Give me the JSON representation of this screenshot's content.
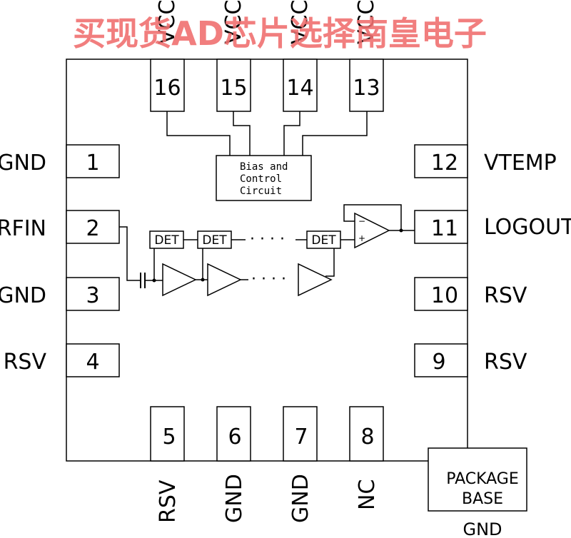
{
  "watermark": "买现货AD芯片选择南皇电子",
  "pins": {
    "p1": {
      "num": "1",
      "label": "GND"
    },
    "p2": {
      "num": "2",
      "label": "RFIN"
    },
    "p3": {
      "num": "3",
      "label": "GND"
    },
    "p4": {
      "num": "4",
      "label": "RSV"
    },
    "p5": {
      "num": "5",
      "label": "RSV"
    },
    "p6": {
      "num": "6",
      "label": "GND"
    },
    "p7": {
      "num": "7",
      "label": "GND"
    },
    "p8": {
      "num": "8",
      "label": "NC"
    },
    "p9": {
      "num": "9",
      "label": "RSV"
    },
    "p10": {
      "num": "10",
      "label": "RSV"
    },
    "p11": {
      "num": "11",
      "label": "LOGOUT"
    },
    "p12": {
      "num": "12",
      "label": "VTEMP"
    },
    "p13": {
      "num": "13",
      "label": "VCC"
    },
    "p14": {
      "num": "14",
      "label": "VCC"
    },
    "p15": {
      "num": "15",
      "label": "VCC"
    },
    "p16": {
      "num": "16",
      "label": "VCC"
    }
  },
  "bias": {
    "line1": "Bias and",
    "line2": "Control",
    "line3": "Circuit"
  },
  "det": "DET",
  "dots": "· · · ·",
  "opamp": {
    "minus": "−",
    "plus": "+"
  },
  "package": {
    "line1": "PACKAGE",
    "line2": "BASE",
    "gnd": "GND"
  }
}
